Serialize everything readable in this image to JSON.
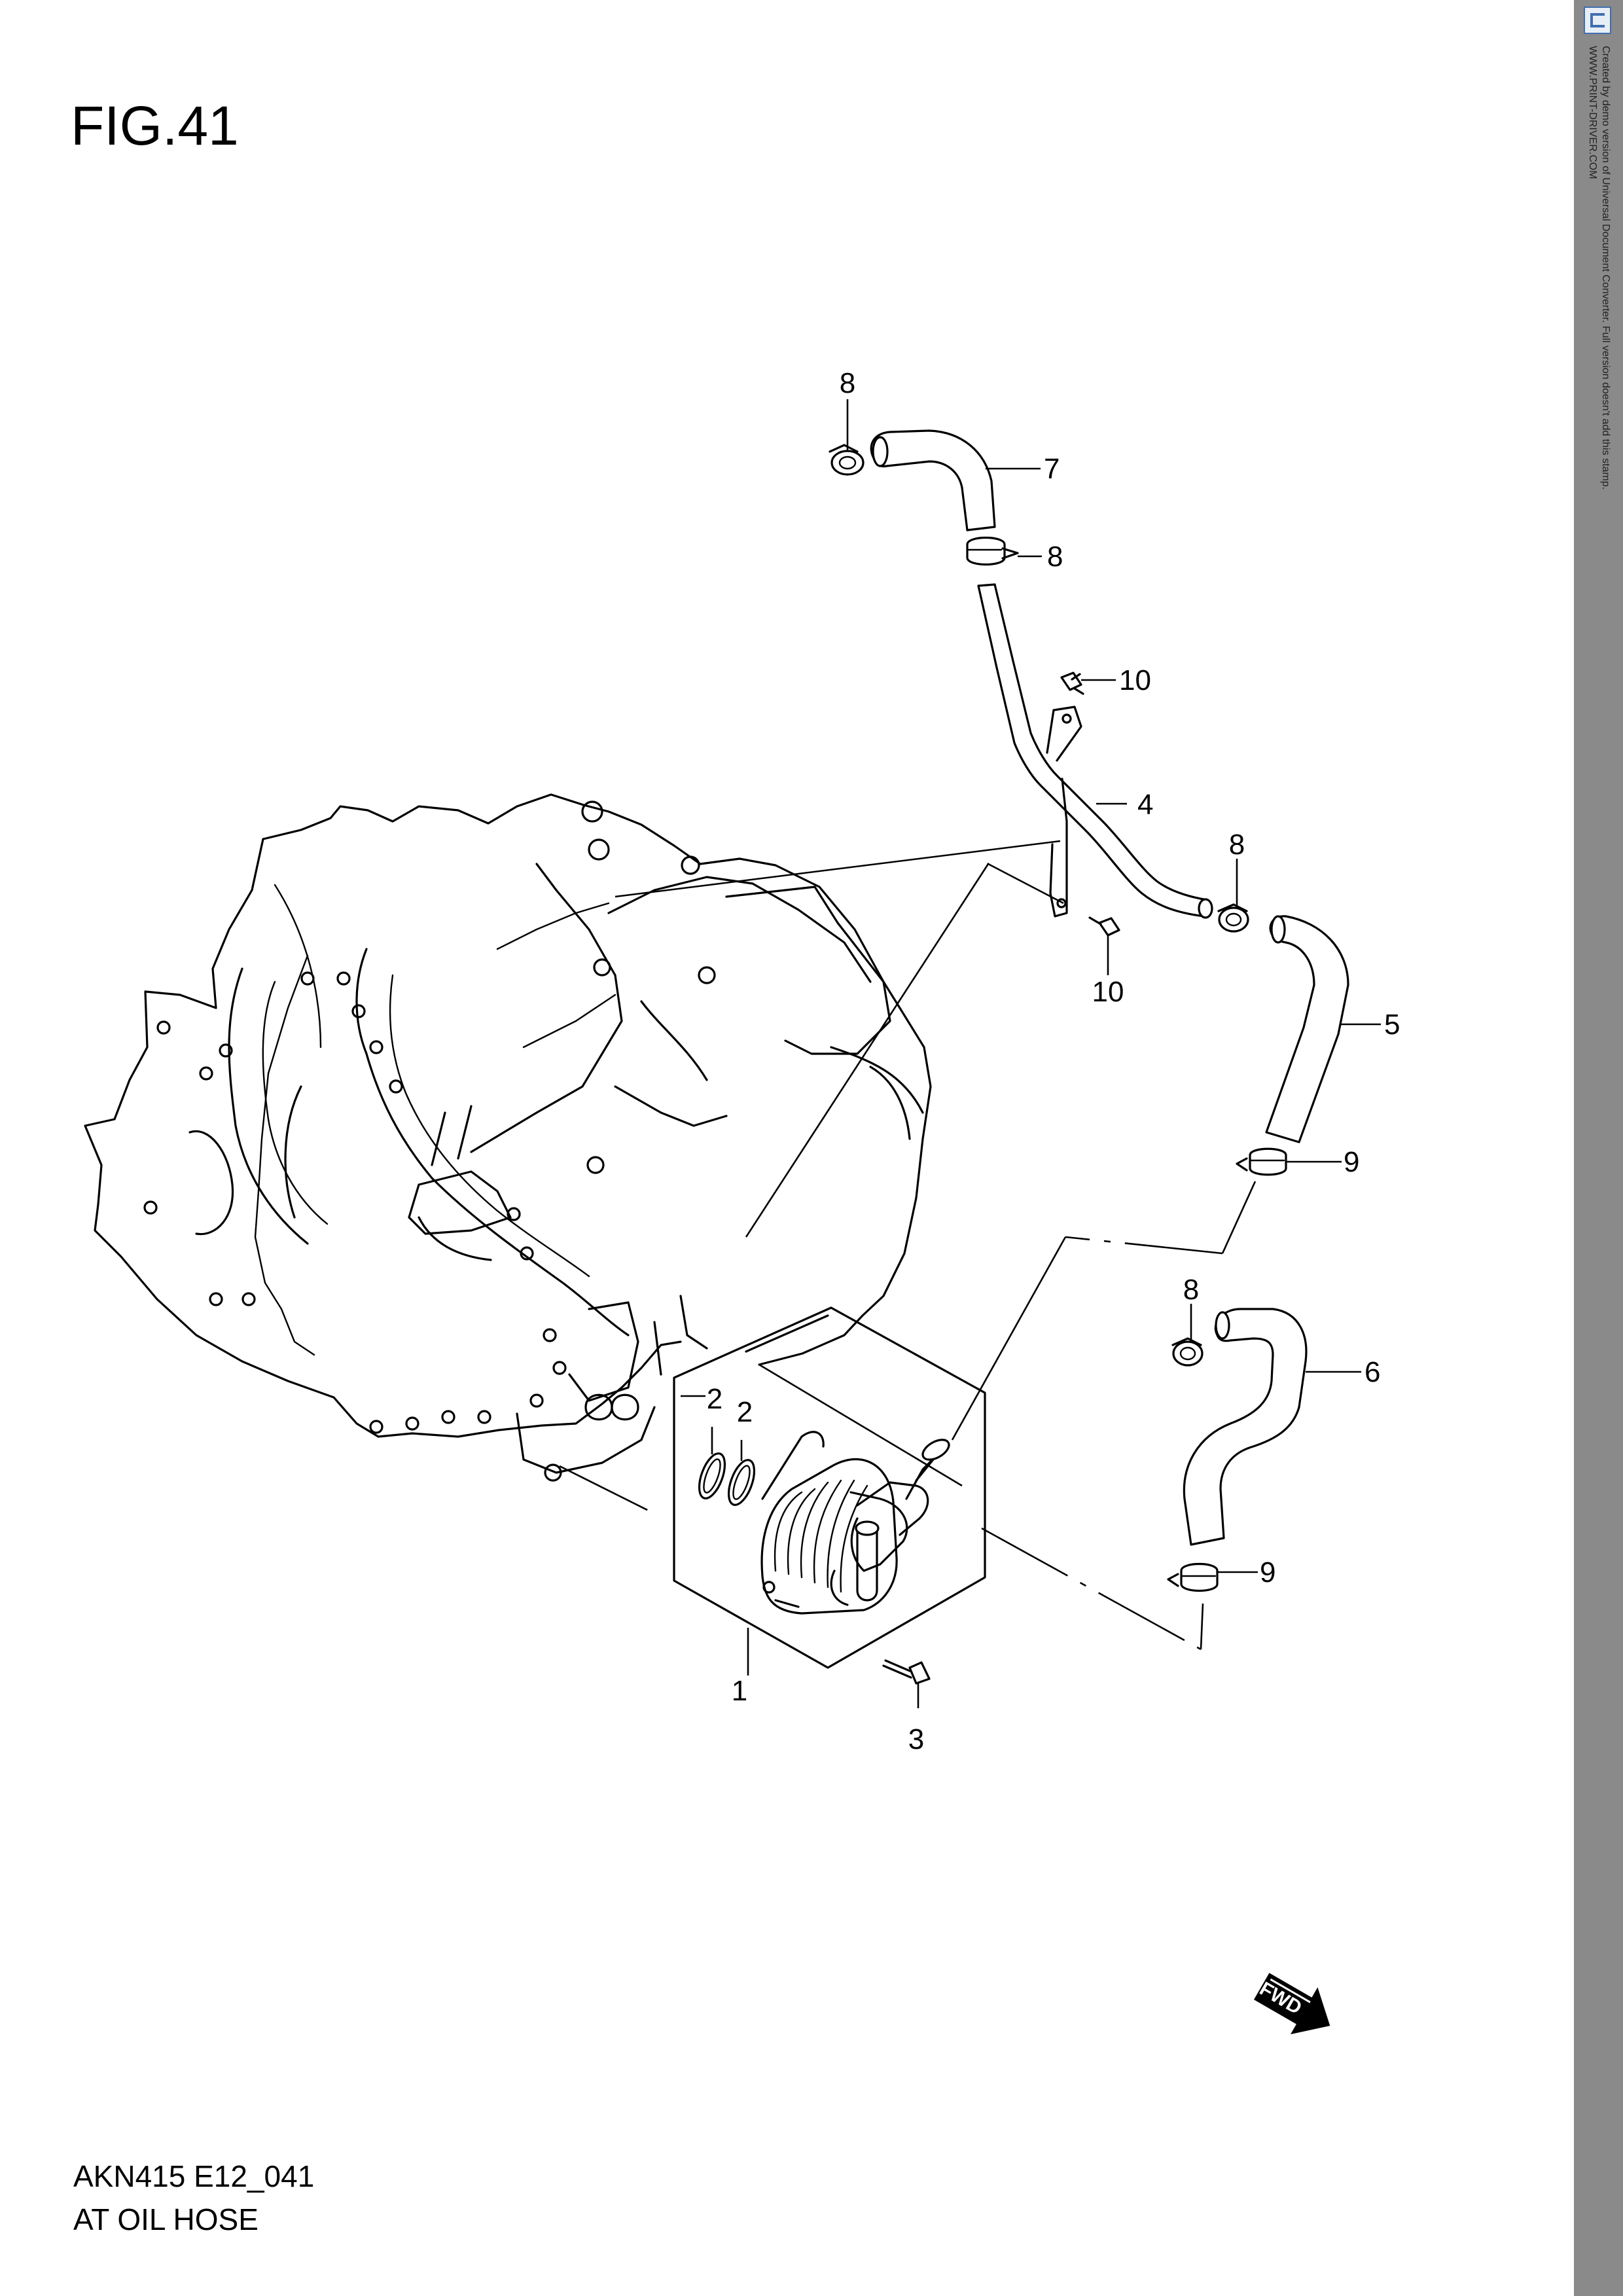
{
  "figure_label": "FIG.41",
  "footer": {
    "code": "AKN415 E12_041",
    "name": "AT OIL HOSE"
  },
  "watermark": {
    "line1": "Created by demo version of Universal Document Converter. Full version doesn't add this stamp.",
    "line2": "WWW.PRINT-DRIVER.COM"
  },
  "callouts": {
    "c1": "1",
    "c2a": "2",
    "c2b": "2",
    "c3": "3",
    "c4": "4",
    "c5": "5",
    "c6": "6",
    "c7": "7",
    "c8a": "8",
    "c8b": "8",
    "c8c": "8",
    "c8d": "8",
    "c9a": "9",
    "c9b": "9",
    "c10a": "10",
    "c10b": "10"
  },
  "direction_marker": "FWD",
  "colors": {
    "line": "#000000",
    "background": "#ffffff",
    "sidebar": "#8a8a8a"
  }
}
